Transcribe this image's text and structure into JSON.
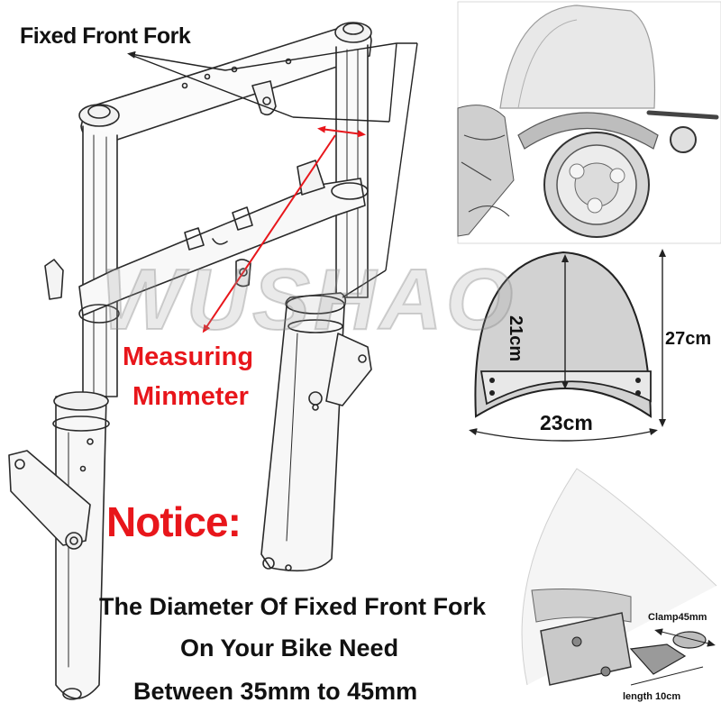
{
  "labels": {
    "fixed_front_fork": "Fixed Front Fork",
    "measuring_line1": "Measuring",
    "measuring_line2": "Minmeter",
    "notice": "Notice:",
    "diameter_line1": "The Diameter Of Fixed Front Fork",
    "diameter_line2": "On Your Bike Need",
    "diameter_line3": "Between 35mm to 45mm"
  },
  "dimensions": {
    "height_inner": "21cm",
    "height_total": "27cm",
    "width": "23cm",
    "clamp": "Clamp45mm",
    "length": "length 10cm"
  },
  "watermark": "WUSHAO",
  "colors": {
    "accent_red": "#e8161b",
    "text_black": "#111111",
    "line_art": "#2a2a2a",
    "shield_tint": "#c7c7c7"
  }
}
